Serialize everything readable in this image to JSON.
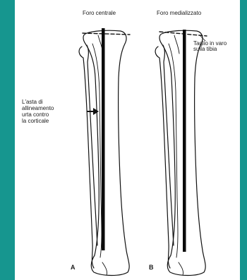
{
  "labels": {
    "title_a": "Foro centrale",
    "title_b": "Foro medializzato",
    "asta_lines": [
      "L'asta di",
      "allineamento",
      "urta contro",
      "la corticale"
    ],
    "taglio_lines": [
      "Taglio in varo",
      "sulla tibia"
    ],
    "letter_a": "A",
    "letter_b": "B"
  },
  "colors": {
    "frame": "#16968f",
    "panel": "#ffffff",
    "ink": "#111111",
    "rod": "#0a0a0a"
  }
}
